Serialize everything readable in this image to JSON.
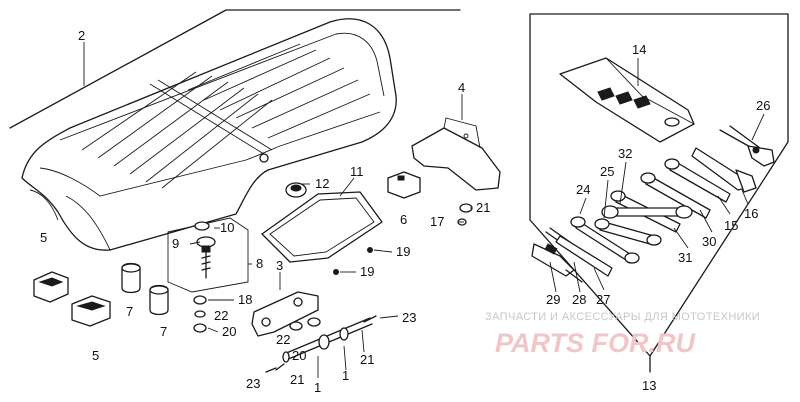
{
  "labels": {
    "n1a": "1",
    "n1b": "1",
    "n2": "2",
    "n3": "3",
    "n4": "4",
    "n5a": "5",
    "n5b": "5",
    "n6": "6",
    "n7a": "7",
    "n7b": "7",
    "n8": "8",
    "n9": "9",
    "n10": "10",
    "n11": "11",
    "n12": "12",
    "n13": "13",
    "n14": "14",
    "n15": "15",
    "n16": "16",
    "n17": "17",
    "n18": "18",
    "n19a": "19",
    "n19b": "19",
    "n20a": "20",
    "n20b": "20",
    "n21a": "21",
    "n21b": "21",
    "n21c": "21",
    "n22a": "22",
    "n22b": "22",
    "n23a": "23",
    "n23b": "23",
    "n24": "24",
    "n25": "25",
    "n26": "26",
    "n27": "27",
    "n28": "28",
    "n29": "29",
    "n30": "30",
    "n31": "31",
    "n32": "32"
  },
  "watermark": {
    "text": "ЗАПЧАСТИ И АКСЕССУАРЫ ДЛЯ МОТОТЕХНИКИ",
    "logo": "PARTS FOR.RU",
    "color": "#e8a0a0"
  }
}
